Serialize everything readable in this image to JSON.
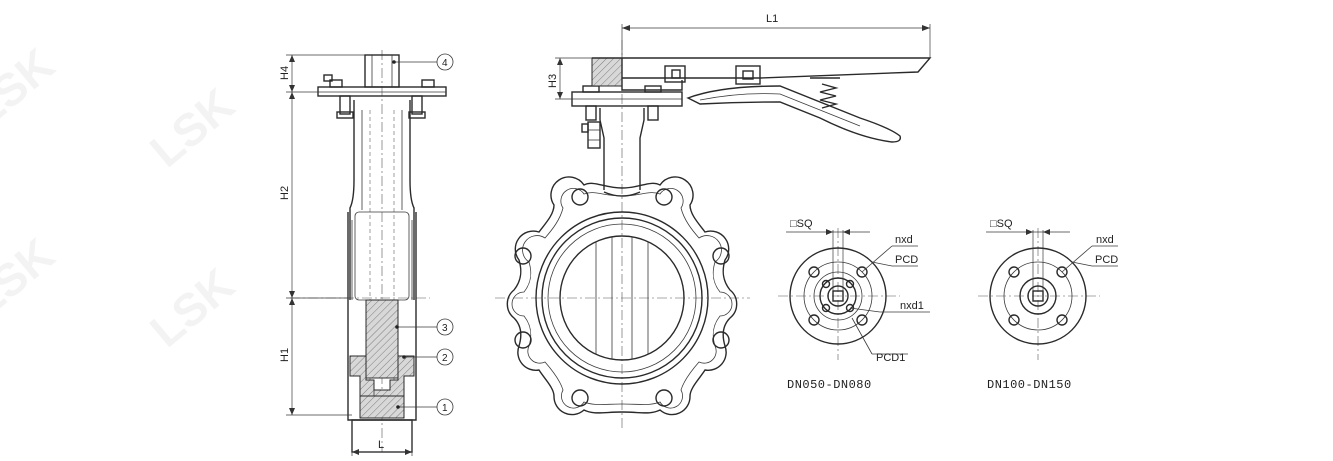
{
  "watermark": "LSK",
  "side_view": {
    "dims": {
      "h4": "H4",
      "h2": "H2",
      "h1": "H1",
      "l": "L"
    },
    "balloons": [
      "4",
      "3",
      "2",
      "1"
    ]
  },
  "front_view": {
    "dims": {
      "l1": "L1",
      "h3": "H3"
    }
  },
  "flange_small": {
    "labels": {
      "sq": "□SQ",
      "nxd": "nxd",
      "pcd": "PCD",
      "nxd1": "nxd1",
      "pcd1": "PCD1"
    },
    "caption": "DN050-DN080"
  },
  "flange_large": {
    "labels": {
      "sq": "□SQ",
      "nxd": "nxd",
      "pcd": "PCD"
    },
    "caption": "DN100-DN150"
  }
}
